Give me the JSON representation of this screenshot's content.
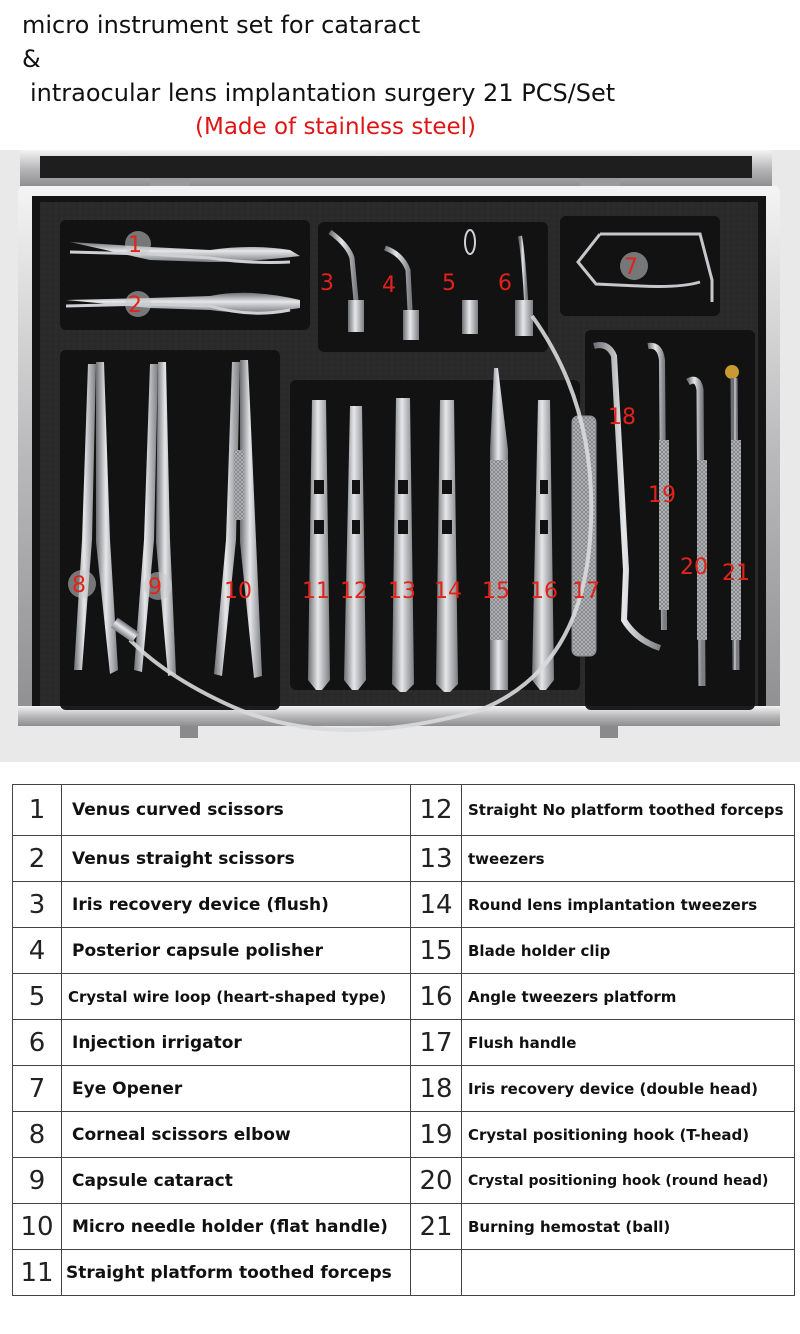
{
  "header": {
    "line1": "micro instrument set for cataract",
    "line2": "&",
    "line3": "intraocular lens implantation surgery  21 PCS/Set",
    "line4": "(Made of stainless steel)",
    "accent_color": "#e01414"
  },
  "photo": {
    "markers": [
      "1",
      "2",
      "3",
      "4",
      "5",
      "6",
      "7",
      "8",
      "9",
      "10",
      "11",
      "12",
      "13",
      "14",
      "15",
      "16",
      "17",
      "18",
      "19",
      "20",
      "21"
    ]
  },
  "legend": {
    "left": [
      {
        "num": "1",
        "label": "Venus curved scissors"
      },
      {
        "num": "2",
        "label": "Venus straight scissors"
      },
      {
        "num": "3",
        "label": "Iris recovery device (flush)"
      },
      {
        "num": "4",
        "label": "Posterior capsule polisher"
      },
      {
        "num": "5",
        "label": "Crystal wire loop (heart-shaped type)"
      },
      {
        "num": "6",
        "label": "Injection irrigator"
      },
      {
        "num": "7",
        "label": "Eye Opener"
      },
      {
        "num": "8",
        "label": "Corneal scissors elbow"
      },
      {
        "num": "9",
        "label": "Capsule cataract"
      },
      {
        "num": "10",
        "label": "Micro needle holder (flat handle)"
      },
      {
        "num": "11",
        "label": "Straight platform toothed forceps"
      }
    ],
    "right": [
      {
        "num": "12",
        "label": "Straight No platform toothed forceps"
      },
      {
        "num": "13",
        "label": "tweezers"
      },
      {
        "num": "14",
        "label": "Round lens implantation tweezers"
      },
      {
        "num": "15",
        "label": "Blade holder clip"
      },
      {
        "num": "16",
        "label": "Angle tweezers platform"
      },
      {
        "num": "17",
        "label": "Flush handle"
      },
      {
        "num": "18",
        "label": "Iris recovery device (double head)"
      },
      {
        "num": "19",
        "label": "Crystal positioning hook (T-head)"
      },
      {
        "num": "20",
        "label": "Crystal positioning hook (round head)"
      },
      {
        "num": "21",
        "label": "Burning hemostat (ball)"
      },
      {
        "num": "",
        "label": ""
      }
    ]
  }
}
